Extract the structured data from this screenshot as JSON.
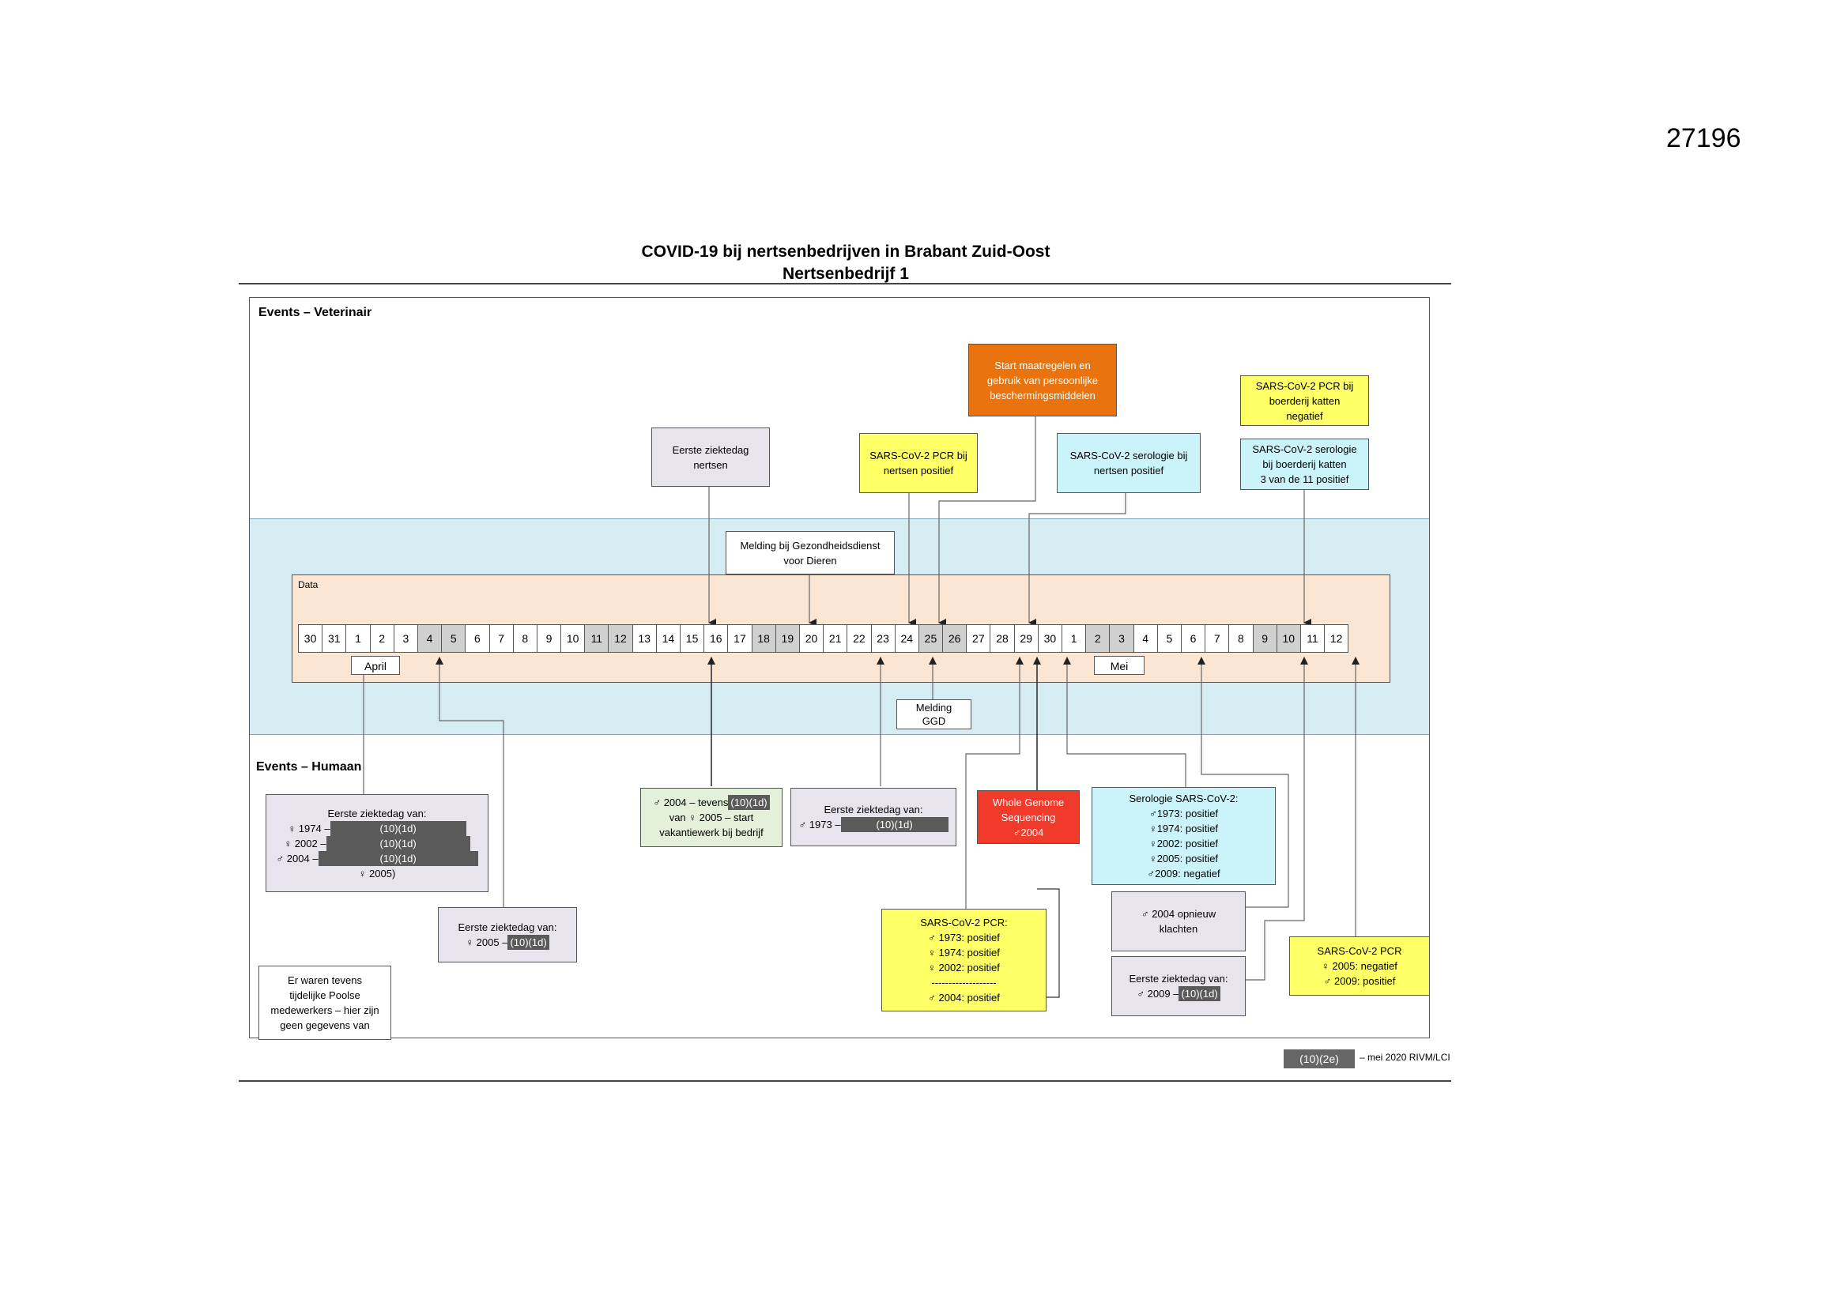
{
  "doc_number": "27196",
  "title": {
    "line1": "COVID-19 bij nertsenbedrijven in Brabant Zuid-Oost",
    "line2": "Nertsenbedrijf 1"
  },
  "sections": {
    "veterinary": "Events – Veterinair",
    "human": "Events – Humaan",
    "data": "Data"
  },
  "timeline": {
    "days": [
      {
        "label": "30",
        "weekend": false
      },
      {
        "label": "31",
        "weekend": false
      },
      {
        "label": "1",
        "weekend": false
      },
      {
        "label": "2",
        "weekend": false
      },
      {
        "label": "3",
        "weekend": false
      },
      {
        "label": "4",
        "weekend": true
      },
      {
        "label": "5",
        "weekend": true
      },
      {
        "label": "6",
        "weekend": false
      },
      {
        "label": "7",
        "weekend": false
      },
      {
        "label": "8",
        "weekend": false
      },
      {
        "label": "9",
        "weekend": false
      },
      {
        "label": "10",
        "weekend": false
      },
      {
        "label": "11",
        "weekend": true
      },
      {
        "label": "12",
        "weekend": true
      },
      {
        "label": "13",
        "weekend": false
      },
      {
        "label": "14",
        "weekend": false
      },
      {
        "label": "15",
        "weekend": false
      },
      {
        "label": "16",
        "weekend": false
      },
      {
        "label": "17",
        "weekend": false
      },
      {
        "label": "18",
        "weekend": true
      },
      {
        "label": "19",
        "weekend": true
      },
      {
        "label": "20",
        "weekend": false
      },
      {
        "label": "21",
        "weekend": false
      },
      {
        "label": "22",
        "weekend": false
      },
      {
        "label": "23",
        "weekend": false
      },
      {
        "label": "24",
        "weekend": false
      },
      {
        "label": "25",
        "weekend": true
      },
      {
        "label": "26",
        "weekend": true
      },
      {
        "label": "27",
        "weekend": false
      },
      {
        "label": "28",
        "weekend": false
      },
      {
        "label": "29",
        "weekend": false
      },
      {
        "label": "30",
        "weekend": false
      },
      {
        "label": "1",
        "weekend": false
      },
      {
        "label": "2",
        "weekend": true
      },
      {
        "label": "3",
        "weekend": true
      },
      {
        "label": "4",
        "weekend": false
      },
      {
        "label": "5",
        "weekend": false
      },
      {
        "label": "6",
        "weekend": false
      },
      {
        "label": "7",
        "weekend": false
      },
      {
        "label": "8",
        "weekend": false
      },
      {
        "label": "9",
        "weekend": true
      },
      {
        "label": "10",
        "weekend": true
      },
      {
        "label": "11",
        "weekend": false
      },
      {
        "label": "12",
        "weekend": false
      }
    ],
    "months": {
      "april": "April",
      "mei": "Mei"
    }
  },
  "vet_events": {
    "first_sick_mink": [
      "Eerste ziektedag",
      "nertsen"
    ],
    "pcr_mink": [
      "SARS-CoV-2 PCR bij",
      "nertsen positief"
    ],
    "measures": [
      "Start maatregelen en",
      "gebruik van persoonlijke",
      "beschermingsmiddelen"
    ],
    "serology_mink": [
      "SARS-CoV-2 serologie bij",
      "nertsen positief"
    ],
    "pcr_cats": [
      "SARS-CoV-2 PCR bij",
      "boerderij katten",
      "negatief"
    ],
    "serology_cats": [
      "SARS-CoV-2 serologie",
      "bij boerderij katten",
      "3 van de 11 positief"
    ],
    "report_gd": [
      "Melding bij Gezondheidsdienst",
      "voor Dieren"
    ],
    "report_ggd": [
      "Melding",
      "GGD"
    ]
  },
  "human_events": {
    "first_sick_a": {
      "heading": "Eerste ziektedag van:",
      "rows": [
        {
          "person": "♀ 1974 –",
          "tag": "(10)(1d)"
        },
        {
          "person": "♀ 2002 –",
          "tag": "(10)(1d)"
        },
        {
          "person": "♂ 2004 –",
          "tag": "(10)(1d)"
        }
      ],
      "tail": "♀ 2005)"
    },
    "first_sick_b": {
      "heading": "Eerste ziektedag van:",
      "person": "♀ 2005 –",
      "tag": "(10)(1d)"
    },
    "polish_workers": [
      "Er waren tevens",
      "tijdelijke Poolse",
      "medewerkers – hier zijn",
      "geen gegevens van"
    ],
    "holiday": {
      "line1": "♂ 2004 – tevens",
      "tag": "(10)(1d)",
      "line2": "van ♀ 2005 – start",
      "line3": "vakantiewerk bij bedrijf"
    },
    "first_sick_c": {
      "heading": "Eerste ziektedag van:",
      "person": "♂ 1973 –",
      "tag": "(10)(1d)"
    },
    "wgs": [
      "Whole Genome",
      "Sequencing",
      "♂2004"
    ],
    "serology_human": [
      "Serologie SARS-CoV-2:",
      "♂1973: positief",
      "♀1974: positief",
      "♀2002: positief",
      "♀2005: positief",
      "♂2009: negatief"
    ],
    "pcr_human": [
      "SARS-CoV-2 PCR:",
      "♂ 1973: positief",
      "♀ 1974: positief",
      "♀ 2002: positief",
      "-------------------",
      "♂ 2004: positief"
    ],
    "again_symptoms": [
      "♂ 2004 opnieuw",
      "klachten"
    ],
    "first_sick_d": {
      "heading": "Eerste ziektedag van:",
      "person": "♂ 2009 –",
      "tag": "(10)(1d)"
    },
    "pcr_2005_2009": [
      "SARS-CoV-2 PCR",
      "♀ 2005: negatief",
      "♂ 2009: positief"
    ]
  },
  "footer": {
    "tag": "(10)(2e)",
    "date": "– mei 2020 RIVM/LCI"
  }
}
